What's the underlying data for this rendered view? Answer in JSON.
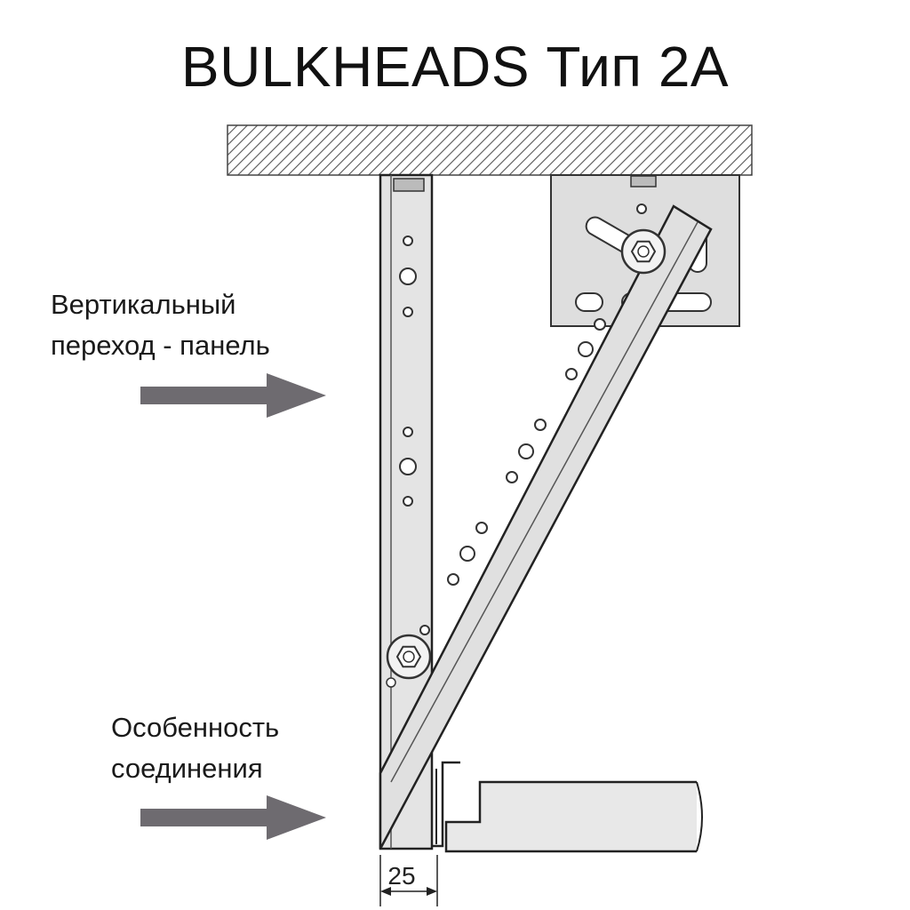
{
  "title": "BULKHEADS Тип 2А",
  "labels": {
    "vertical_line1": "Вертикальный",
    "vertical_line2": "переход - панель",
    "joint_line1": "Особенность",
    "joint_line2": "соединения"
  },
  "dimension": "25",
  "colors": {
    "arrow": "#6e6b70",
    "metal": "#dcdcdc",
    "line": "#2a2a2a"
  }
}
